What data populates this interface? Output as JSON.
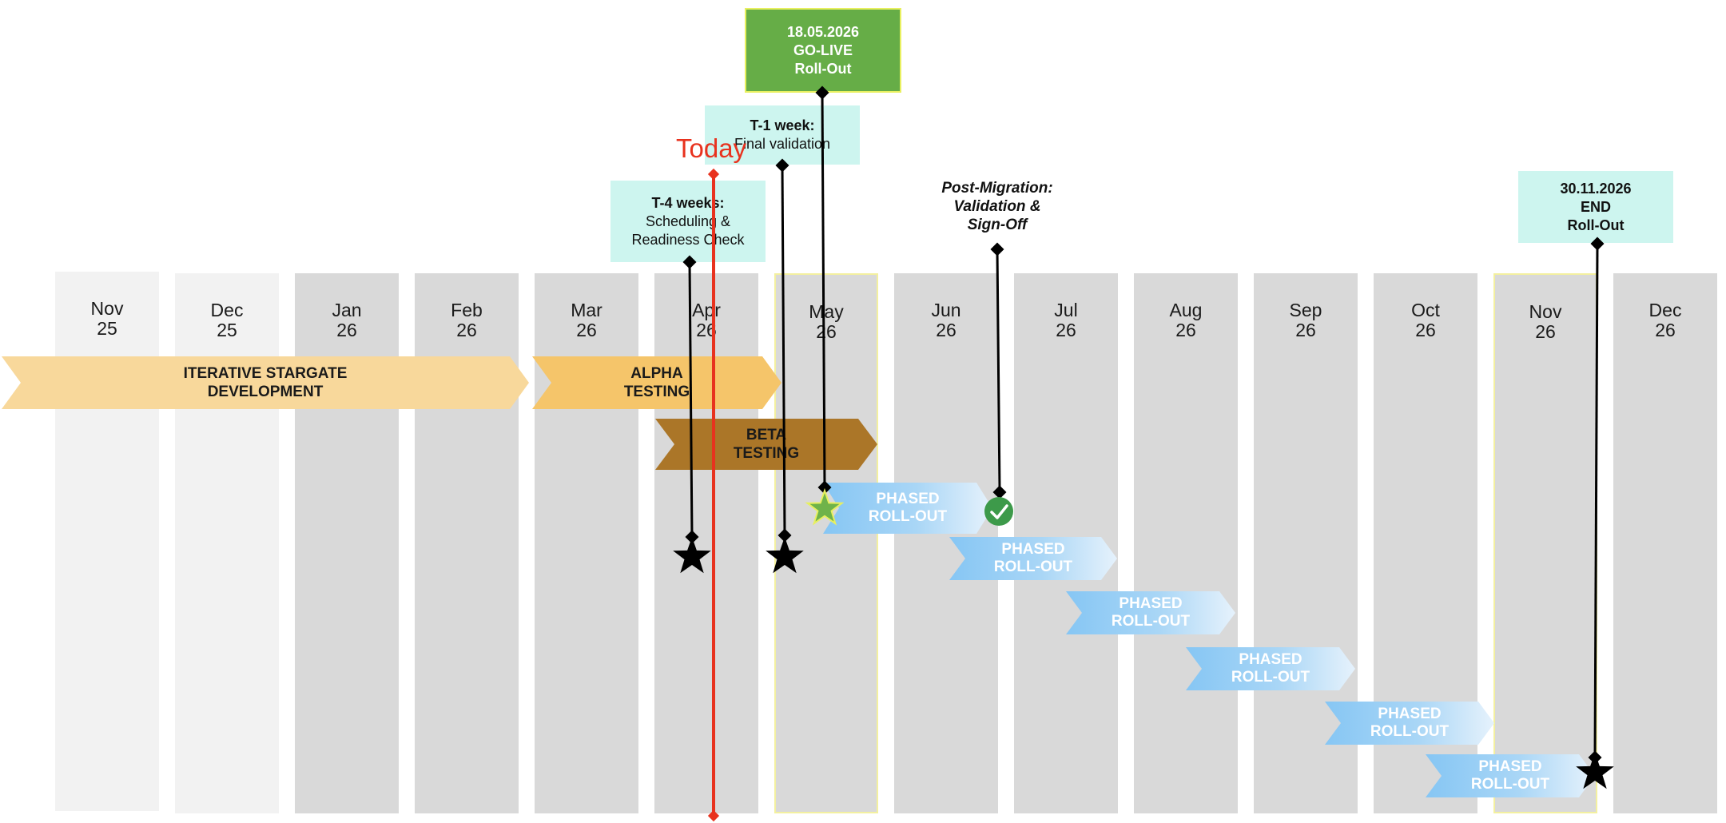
{
  "months": [
    {
      "month": "Nov",
      "year": "25"
    },
    {
      "month": "Dec",
      "year": "25"
    },
    {
      "month": "Jan",
      "year": "26"
    },
    {
      "month": "Feb",
      "year": "26"
    },
    {
      "month": "Mar",
      "year": "26"
    },
    {
      "month": "Apr",
      "year": "26"
    },
    {
      "month": "May",
      "year": "26"
    },
    {
      "month": "Jun",
      "year": "26"
    },
    {
      "month": "Jul",
      "year": "26"
    },
    {
      "month": "Aug",
      "year": "26"
    },
    {
      "month": "Sep",
      "year": "26"
    },
    {
      "month": "Oct",
      "year": "26"
    },
    {
      "month": "Nov",
      "year": "26"
    },
    {
      "month": "Dec",
      "year": "26"
    }
  ],
  "phases": {
    "development": {
      "line1": "ITERATIVE STARGATE",
      "line2": "DEVELOPMENT",
      "color": "#f8d89b"
    },
    "alpha": {
      "line1": "ALPHA",
      "line2": "TESTING",
      "color": "#f5c56a"
    },
    "beta": {
      "line1": "BETA",
      "line2": "TESTING",
      "color": "#ab7628"
    }
  },
  "rollouts": {
    "line1": "PHASED",
    "line2": "ROLL-OUT",
    "count": 6
  },
  "callouts": {
    "golive": {
      "line1": "18.05.2026",
      "line2": "GO-LIVE",
      "line3": "Roll-Out"
    },
    "t1": {
      "title": "T-1 week:",
      "text": "Final validation"
    },
    "t4": {
      "title": "T-4 weeks:",
      "line1": "Scheduling &",
      "line2": "Readiness Check"
    },
    "post": {
      "line1": "Post-Migration:",
      "line2": "Validation &",
      "line3": "Sign-Off"
    },
    "end": {
      "line1": "30.11.2026",
      "line2": "END",
      "line3": "Roll-Out"
    }
  },
  "today": {
    "label": "Today",
    "color": "#e8321e"
  },
  "colors": {
    "column": "#d9d9d9",
    "column_past": "#f2f2f2",
    "callout": "#cdf5ef",
    "golive": "#66ad47",
    "highlight_border": "#f3f0a0",
    "check": "#3d9a4a"
  }
}
